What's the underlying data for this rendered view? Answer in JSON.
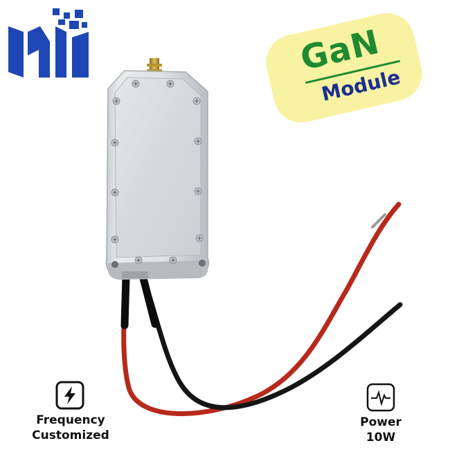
{
  "badge": {
    "title": "GaN",
    "subtitle": "Module"
  },
  "features": [
    {
      "icon": "lightning-bolt-icon",
      "line1": "Frequency",
      "line2": "Customized"
    },
    {
      "icon": "pulse-wave-icon",
      "line1": "Power",
      "line2": "10W"
    }
  ],
  "colors": {
    "logo_blue": "#1e46b4",
    "badge_background": "#f8f3a2",
    "badge_title": "#1f8a2f",
    "badge_subtitle": "#1d2f8f",
    "wire_red": "#b62a1c",
    "wire_black": "#151515"
  }
}
